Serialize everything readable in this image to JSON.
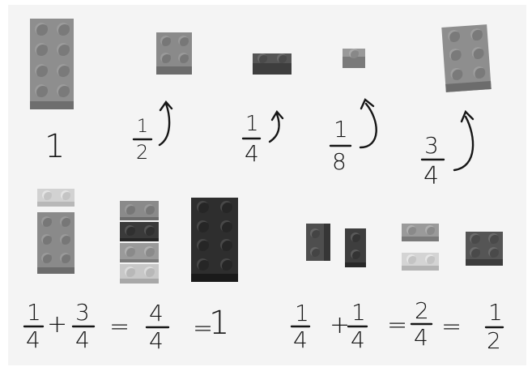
{
  "top_row": {
    "whole": {
      "value": "1"
    },
    "half": {
      "numerator": "1",
      "denominator": "2"
    },
    "quarter": {
      "numerator": "1",
      "denominator": "4"
    },
    "eighth": {
      "numerator": "1",
      "denominator": "8"
    },
    "three_quarters": {
      "numerator": "3",
      "denominator": "4"
    }
  },
  "left_equation": {
    "term1": {
      "numerator": "1",
      "denominator": "4"
    },
    "plus": "+",
    "term2": {
      "numerator": "3",
      "denominator": "4"
    },
    "equals1": "=",
    "result": {
      "numerator": "4",
      "denominator": "4"
    },
    "equals2": "=",
    "whole": "1"
  },
  "right_equation": {
    "term1": {
      "numerator": "1",
      "denominator": "4"
    },
    "plus": "+",
    "term2": {
      "numerator": "1",
      "denominator": "4"
    },
    "equals1": "=",
    "result": {
      "numerator": "2",
      "denominator": "4"
    },
    "equals2": "=",
    "simplified": {
      "numerator": "1",
      "denominator": "2"
    }
  },
  "brick_shades": {
    "light": "#d2d2d2",
    "mid_light": "#a8a8a8",
    "mid": "#8a8a8a",
    "dark": "#5a5a5a",
    "darkest": "#2e2e2e"
  },
  "ink_color": "#161616"
}
